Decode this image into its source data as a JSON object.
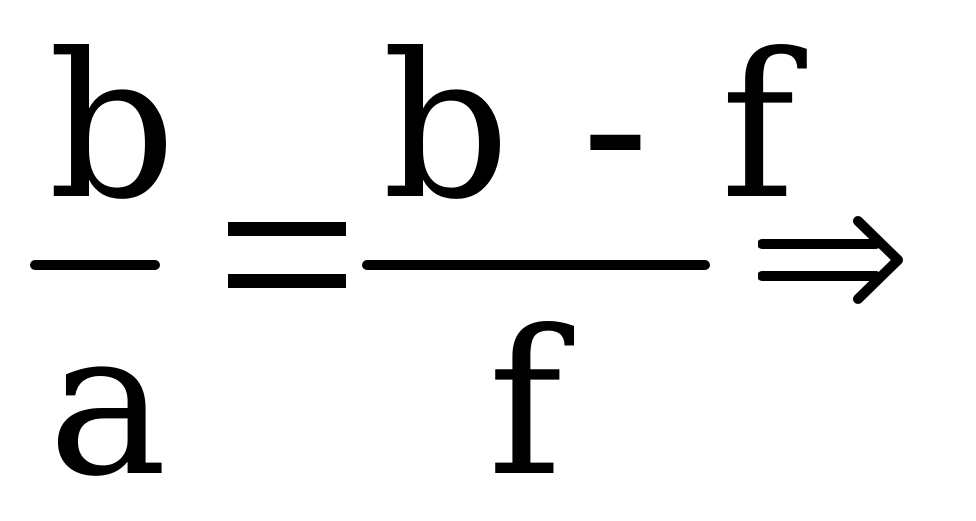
{
  "equation": {
    "left_numerator": "b",
    "left_denominator": "a",
    "equals": "=",
    "right_numerator": "b - f",
    "right_denominator": "f",
    "implies": "⇒"
  }
}
